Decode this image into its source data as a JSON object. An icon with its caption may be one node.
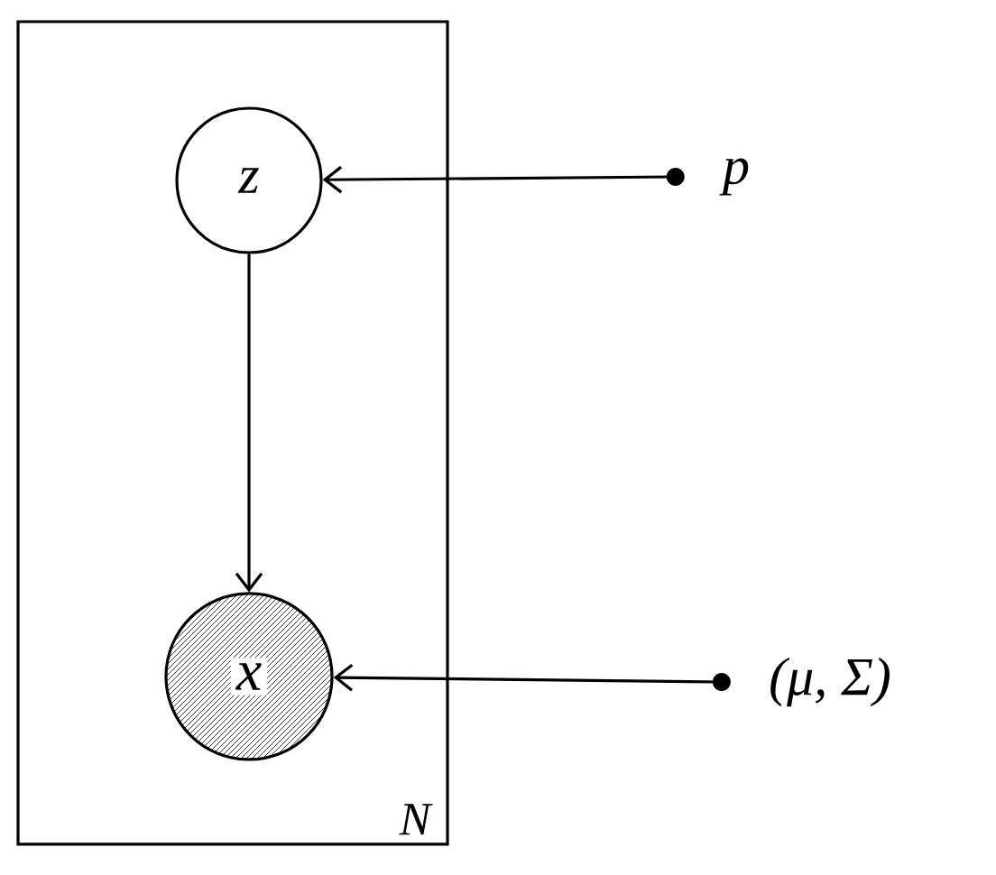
{
  "diagram": {
    "nodes": [
      {
        "text": [
          "N"
        ]
      },
      {
        "text": [
          "z"
        ],
        "in": 0
      },
      {
        "text": [
          "x"
        ],
        "in": 0
      },
      {
        "text": [
          "p"
        ]
      },
      {
        "text": [
          "(μ, Σ)"
        ]
      }
    ],
    "edges": [
      {
        "from": 1,
        "to": 2,
        "arrow": "to"
      },
      {
        "from": 3,
        "to": 1,
        "arrow": "to"
      },
      {
        "from": 4,
        "to": 2,
        "arrow": "to"
      }
    ]
  }
}
